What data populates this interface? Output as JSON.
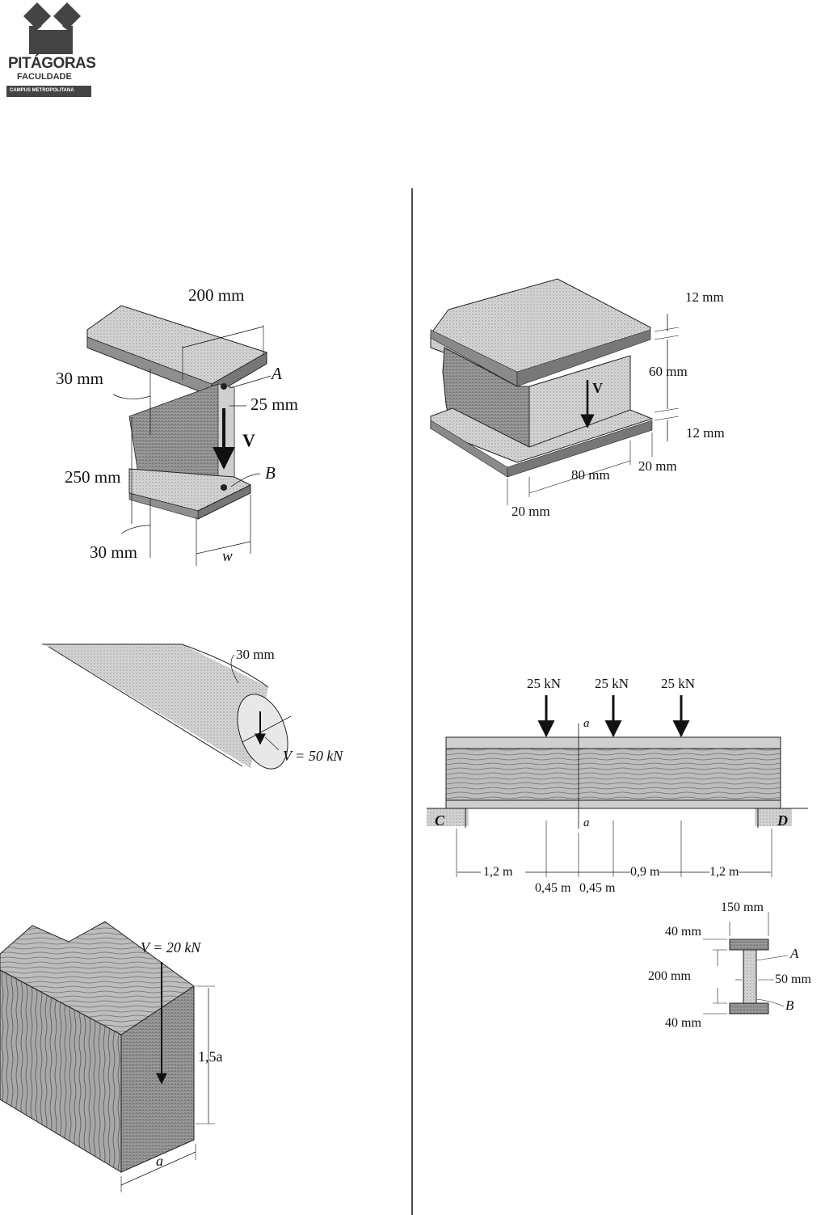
{
  "logo": {
    "name": "PITÁGORAS",
    "line2": "FACULDADE",
    "line3": "CAMPUS METROPOLITANA"
  },
  "fig1": {
    "top_width": "200 mm",
    "top_flange": "30 mm",
    "point_a": "A",
    "offset": "25 mm",
    "shear": "V",
    "height": "250 mm",
    "point_b": "B",
    "bottom_flange": "30 mm",
    "w": "w"
  },
  "fig2": {
    "top_flange": "12 mm",
    "web_height": "60 mm",
    "shear": "V",
    "bottom_flange": "12 mm",
    "overhang_right": "20 mm",
    "web_width": "80 mm",
    "overhang_left": "20 mm"
  },
  "fig3": {
    "radius": "30 mm",
    "shear": "V = 50 kN"
  },
  "fig4": {
    "loads": [
      "25 kN",
      "25 kN",
      "25 kN"
    ],
    "section_top": "a",
    "section_bottom": "a",
    "support_c": "C",
    "support_d": "D",
    "spans": [
      "1,2 m",
      "0,45 m",
      "0,45 m",
      "0,9 m",
      "1,2 m"
    ]
  },
  "fig5": {
    "width": "150 mm",
    "top_flange": "40 mm",
    "point_a": "A",
    "web_height": "200 mm",
    "web_thickness": "50 mm",
    "point_b": "B",
    "bottom_flange": "40 mm"
  },
  "fig6": {
    "shear": "V = 20 kN",
    "height": "1,5a",
    "width": "a"
  }
}
